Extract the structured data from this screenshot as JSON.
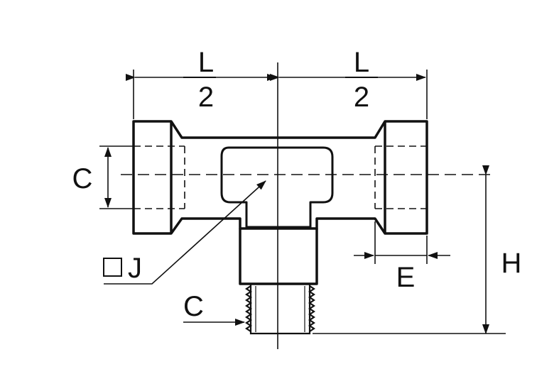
{
  "labels": {
    "half_length_left_numerator": "L",
    "half_length_left_denominator": "2",
    "half_length_right_numerator": "L",
    "half_length_right_denominator": "2",
    "bore_diameter_left": "C",
    "hex_size": "J",
    "thread_size_bottom": "C",
    "socket_depth": "E",
    "height": "H"
  },
  "colors": {
    "line": "#111111",
    "background": "#ffffff"
  }
}
